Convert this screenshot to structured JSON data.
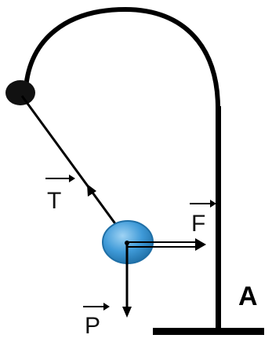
{
  "labels": {
    "tension": "T",
    "force": "F",
    "weight": "P",
    "point": "A"
  },
  "colors": {
    "ink": "#000000",
    "sphere_fill": "#3f9ad8",
    "sphere_highlight": "#9fd3f4",
    "sphere_edge": "#1f6fa6",
    "pivot": "#111111"
  }
}
